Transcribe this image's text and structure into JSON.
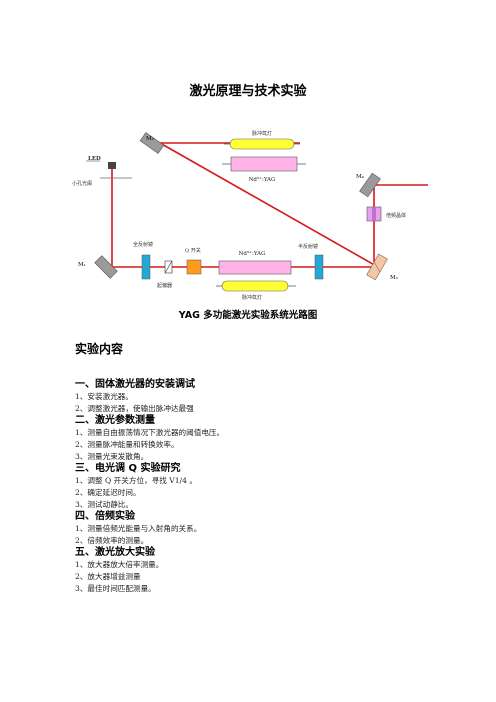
{
  "doc_title": "激光原理与技术实验",
  "figure": {
    "labels": {
      "m2": "M₂",
      "m1": "M₁",
      "m3": "M₃",
      "m4": "M₄",
      "pulse_lamp_top": "脉冲氙灯",
      "ndyag_top": "Nd³⁺:YAG",
      "led": "LED",
      "pinhole": "小孔光阑",
      "total_reflector": "全反射镜",
      "q_switch": "Q 开关",
      "ndyag_bottom": "Nd³⁺:YAG",
      "half_reflector": "半反射镜",
      "polarizer": "起偏器",
      "pulse_lamp_bottom": "脉冲氙灯",
      "freq_crystal": "倍频晶体"
    },
    "caption": "YAG 多功能激光实验系统光路图"
  },
  "content_heading": "实验内容",
  "sections": [
    {
      "title": "一、固体激光器的安装调试",
      "items": [
        "1、安装激光器。",
        "2、调整激光器，使输出脉冲达最强"
      ]
    },
    {
      "title": "二、激光参数测量",
      "items": [
        "1、测量自由振荡情况下激光器的阈值电压。",
        "2、测量脉冲能量和转换效率。",
        "3、测量光束发散角。"
      ]
    },
    {
      "title": "三、电光调 Q 实验研究",
      "items": [
        "1、调整 Q 开关方位，寻找 V1/4 。",
        "2、确定延迟时间。",
        "3、测试动静比。"
      ]
    },
    {
      "title": "四、倍频实验",
      "items": [
        "1、测量倍频光能量与入射角的关系。",
        "2、倍频效率的测量。"
      ]
    },
    {
      "title": "五、激光放大实验",
      "items": [
        "1、放大器放大倍率测量。",
        "2、放大器增益测量",
        "3、最佳时间匹配测量。"
      ]
    }
  ]
}
